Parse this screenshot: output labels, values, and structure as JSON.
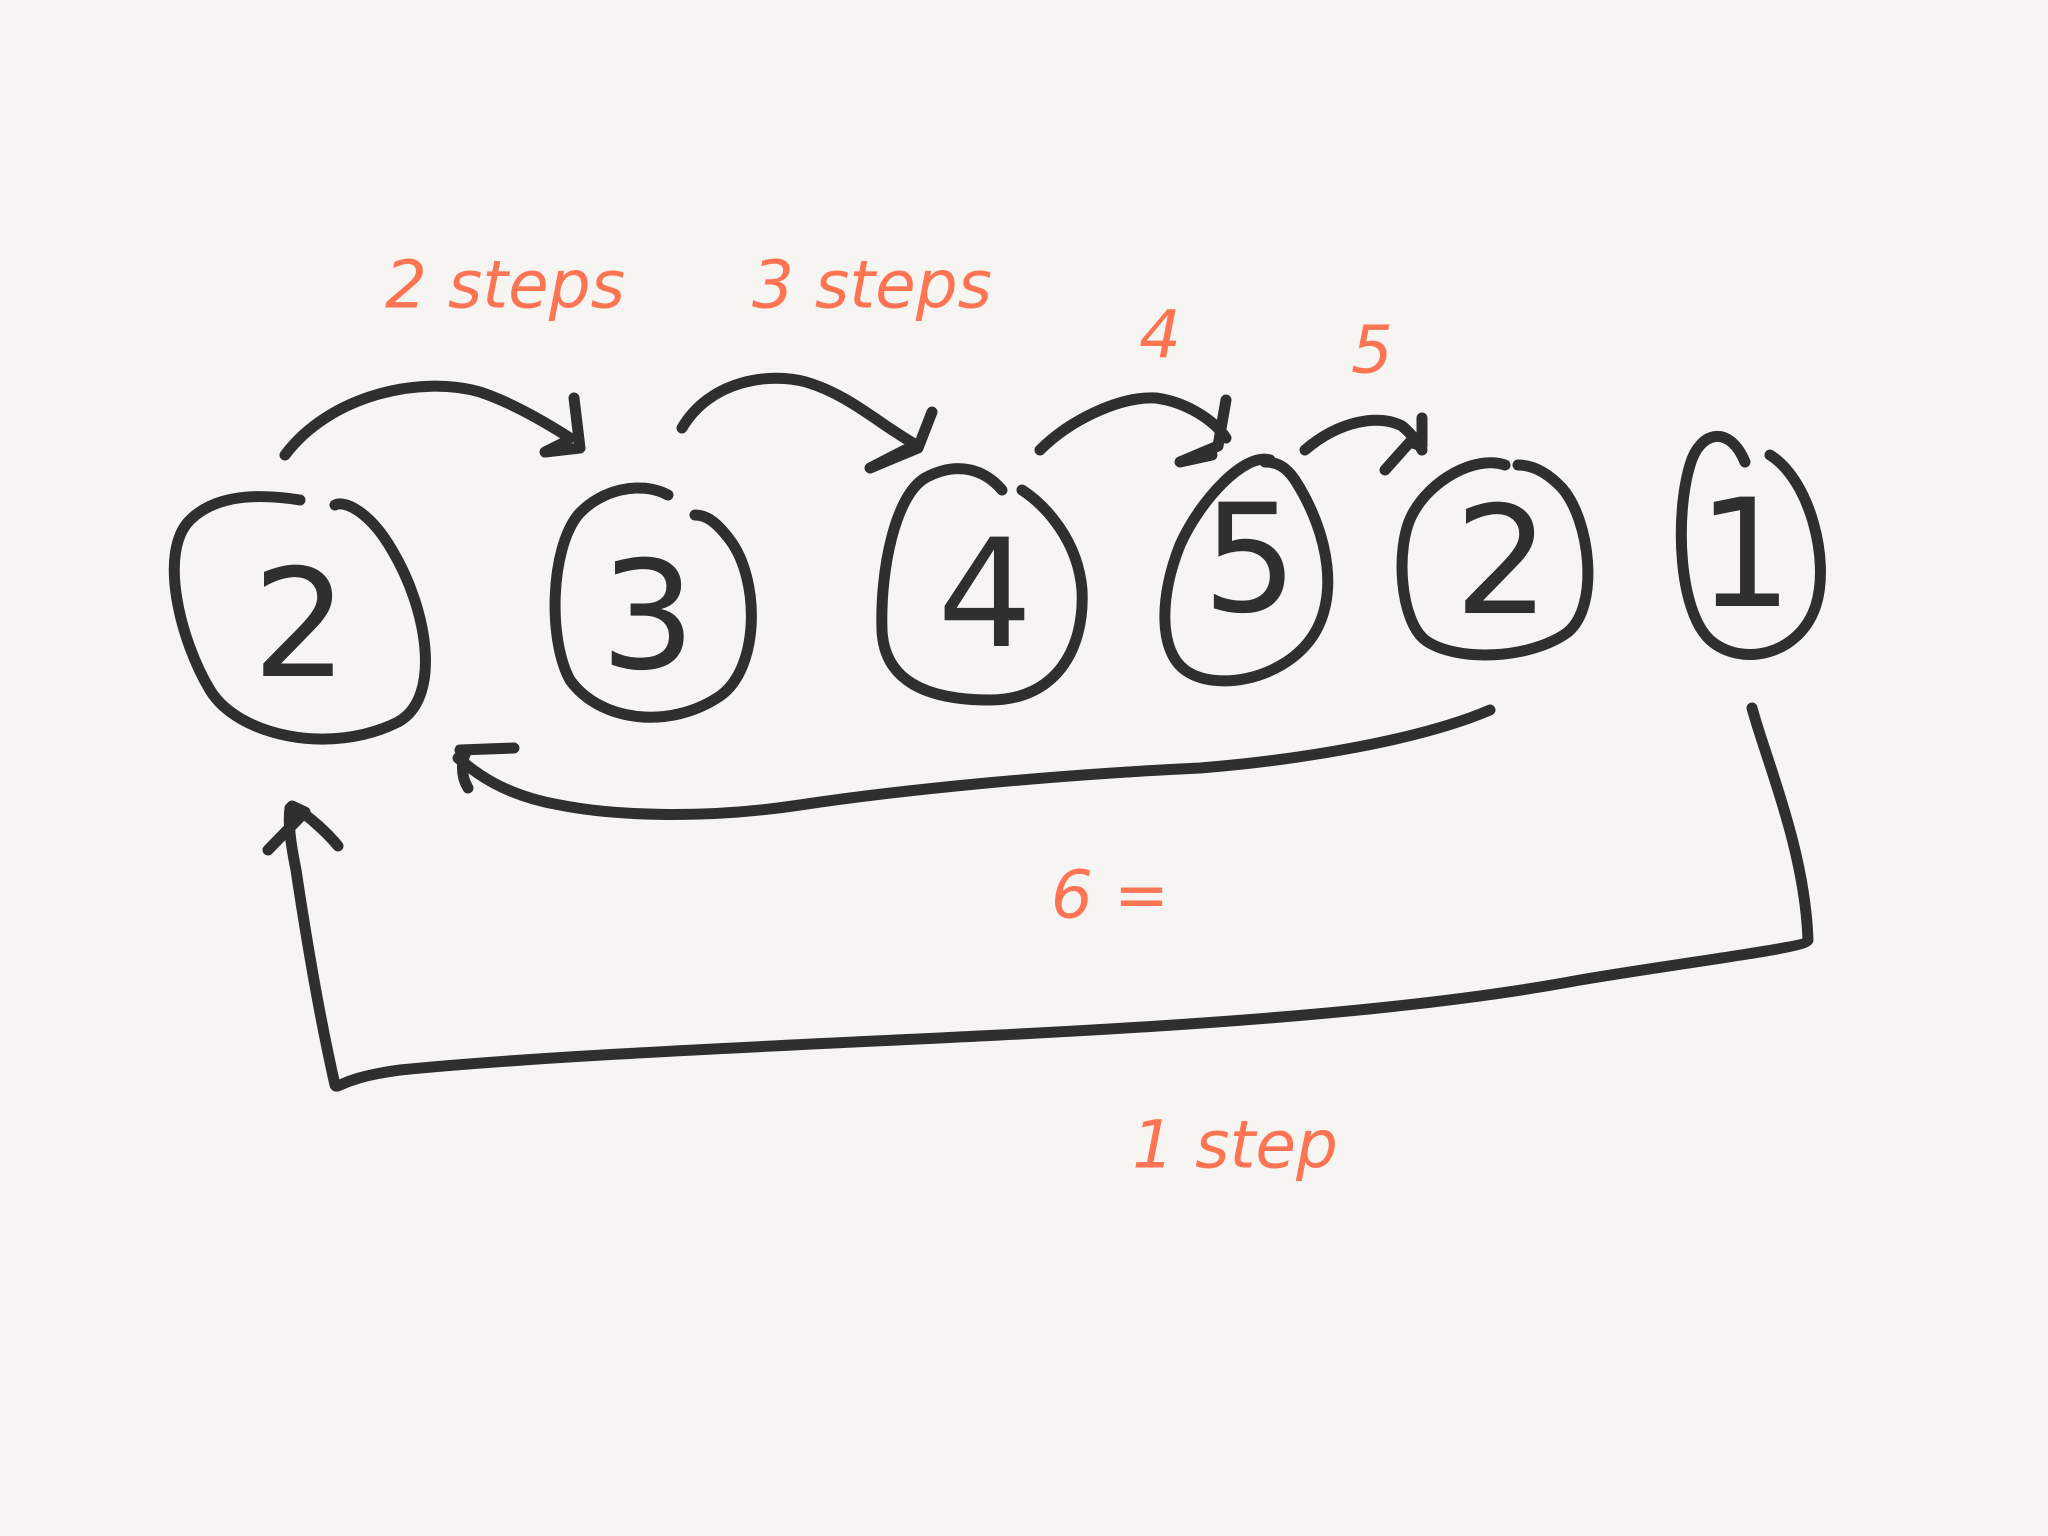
{
  "nodes": [
    {
      "id": "node-1",
      "label": "2"
    },
    {
      "id": "node-2",
      "label": "3"
    },
    {
      "id": "node-3",
      "label": "4"
    },
    {
      "id": "node-4",
      "label": "5"
    },
    {
      "id": "node-5",
      "label": "2"
    },
    {
      "id": "node-6",
      "label": "1"
    }
  ],
  "edge_labels": {
    "two_steps": "2 steps",
    "three_steps": "3 steps",
    "four": "4",
    "five": "5",
    "six_equals": "6 =",
    "one_step": "1 step"
  },
  "colors": {
    "ink": "#2f2f2b",
    "annotation": "#ff7452",
    "background": "#f6f5f1"
  }
}
